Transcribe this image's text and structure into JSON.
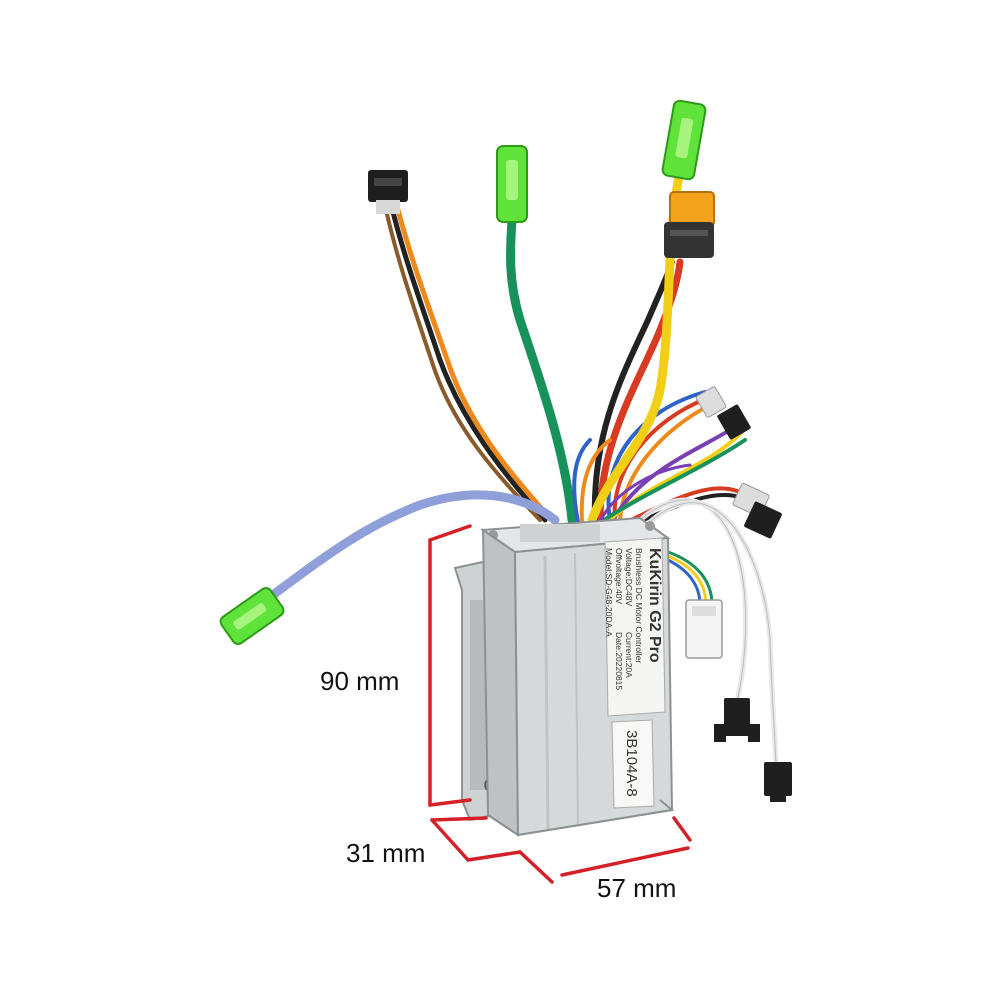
{
  "product": {
    "brand_line": "KuKirin G2 Pro",
    "spec_lines": [
      "Brushless DC Motor Controller",
      "Voltage:DC48V",
      "Current:20A",
      "Offvoltage:40V",
      "Date:20220815",
      "Model:SD-G48-20DA-A"
    ],
    "serial": "3B104A-8"
  },
  "dimensions": {
    "height": "90 mm",
    "depth": "31 mm",
    "width": "57 mm"
  },
  "colors": {
    "dimension_line": "#d42026",
    "housing": "#c9cccd",
    "bracket": "#cfd2d3",
    "green_connector": "#5fe23a",
    "xt_connector": "#f2a21b",
    "wire_green": "#17925a",
    "wire_yellow": "#f1cf16",
    "wire_blue": "#8f9fd9",
    "wire_orange": "#ee8a1c",
    "wire_red": "#d93a22"
  }
}
